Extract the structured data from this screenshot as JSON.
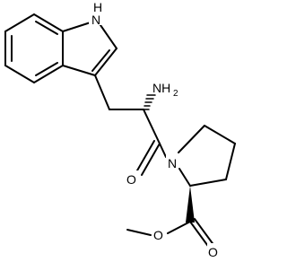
{
  "molecule": {
    "atoms": {
      "indole_nh": {
        "symbol": "H",
        "prefix": "N"
      },
      "amine": {
        "symbol": "NH",
        "subscript": "2"
      },
      "amide_n": {
        "symbol": "N"
      },
      "carbonyl_o": {
        "symbol": "O"
      },
      "ester_carbonyl_o": {
        "symbol": "O"
      },
      "ester_o": {
        "symbol": "O"
      }
    }
  },
  "colors": {
    "bond": "#000000",
    "background": "#ffffff"
  }
}
